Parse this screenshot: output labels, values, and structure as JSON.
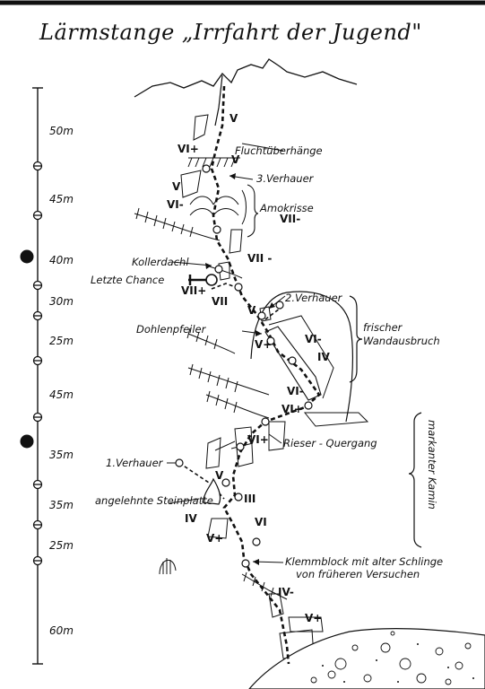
{
  "title": "Lärmstange „Irrfahrt der Jugend\"",
  "scale_labels": [
    "50m",
    "45m",
    "40m",
    "30m",
    "25m",
    "45m",
    "35m",
    "35m",
    "25m",
    "60m"
  ],
  "annotations": {
    "fluchtueberhaenge": "Fluchtüberhänge",
    "verhauer3": "3.Verhauer",
    "amokrisse": "Amokrisse",
    "kollerdachl": "Kollerdachl",
    "letzte_chance": "Letzte Chance",
    "verhauer2": "2.Verhauer",
    "dohlenpfeiler": "Dohlenpfeiler",
    "frischer": "frischer",
    "wandausbruch": "Wandausbruch",
    "rieser": "Rieser - Quergang",
    "verhauer1": "1.Verhauer",
    "steinplatte": "angelehnte Steinplatte",
    "klemmblock": "Klemmblock mit alter Schlinge",
    "versuche": "von früheren Versuchen",
    "kamin": "markanter Kamin"
  },
  "grades": {
    "g1": "V",
    "g2": "VI+",
    "g3": "V",
    "g4": "V",
    "g5": "VI-",
    "g6": "VII-",
    "g7": "VII -",
    "g8": "VII+",
    "g9": "VII",
    "g10": "V",
    "g11": "V+",
    "g12": "VI-",
    "g13": "IV",
    "g14": "VI-",
    "g15": "VI+",
    "g16": "VI+",
    "g17": "V",
    "g18": "III",
    "g19": "IV",
    "g20": "V+",
    "g21": "VI",
    "g22": "IV-",
    "g23": "V+"
  }
}
